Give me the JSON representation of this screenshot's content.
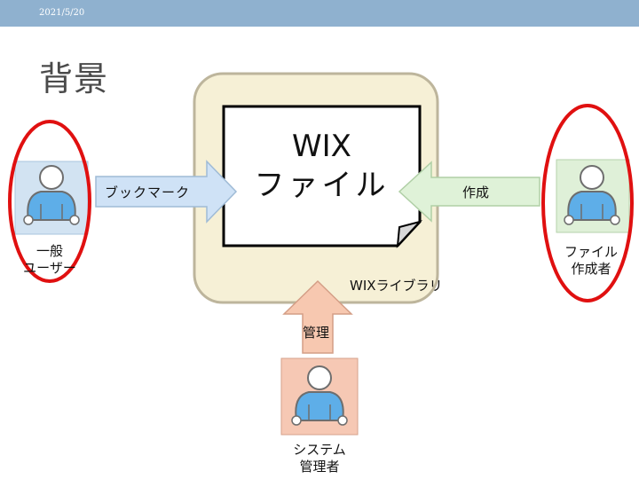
{
  "header": {
    "date": "2021/5/20"
  },
  "slide": {
    "title": "背景"
  },
  "file_box": {
    "line1": "WIX",
    "line2": "ファイル"
  },
  "library": {
    "label": "WIXライブラリ"
  },
  "arrows": {
    "bookmark": "ブックマーク",
    "create": "作成",
    "manage": "管理"
  },
  "actors": {
    "general_user": {
      "line1": "一般",
      "line2": "ユーザー"
    },
    "file_creator": {
      "line1": "ファイル",
      "line2": "作成者"
    },
    "system_admin": {
      "line1": "システム",
      "line2": "管理者"
    }
  },
  "colors": {
    "header_bar": "#8fb1cf",
    "library_fill": "#f6f0d6",
    "user_box": "#d2e3f2",
    "creator_box": "#dff0d8",
    "admin_box": "#f6c8b4",
    "highlight_ellipse": "#e01010"
  }
}
